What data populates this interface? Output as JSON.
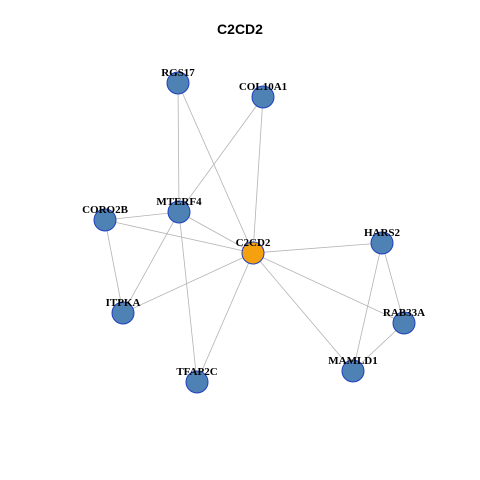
{
  "title": "C2CD2",
  "colors": {
    "center_node": "#f5a00f",
    "neighbor_node": "#4f82b4",
    "node_border": "#1f3fbf",
    "edge": "#b3b3b3"
  },
  "nodes": [
    {
      "id": "C2CD2",
      "label": "C2CD2",
      "role": "center"
    },
    {
      "id": "RGS17",
      "label": "RGS17",
      "role": "neighbor"
    },
    {
      "id": "COL10A1",
      "label": "COL10A1",
      "role": "neighbor"
    },
    {
      "id": "MTERF4",
      "label": "MTERF4",
      "role": "neighbor"
    },
    {
      "id": "CORO2B",
      "label": "CORO2B",
      "role": "neighbor"
    },
    {
      "id": "HARS2",
      "label": "HARS2",
      "role": "neighbor"
    },
    {
      "id": "ITPKA",
      "label": "ITPKA",
      "role": "neighbor"
    },
    {
      "id": "RAB33A",
      "label": "RAB33A",
      "role": "neighbor"
    },
    {
      "id": "MAMLD1",
      "label": "MAMLD1",
      "role": "neighbor"
    },
    {
      "id": "TFAP2C",
      "label": "TFAP2C",
      "role": "neighbor"
    }
  ],
  "edges": [
    [
      "C2CD2",
      "RGS17"
    ],
    [
      "C2CD2",
      "COL10A1"
    ],
    [
      "C2CD2",
      "MTERF4"
    ],
    [
      "C2CD2",
      "CORO2B"
    ],
    [
      "C2CD2",
      "HARS2"
    ],
    [
      "C2CD2",
      "ITPKA"
    ],
    [
      "C2CD2",
      "RAB33A"
    ],
    [
      "C2CD2",
      "TFAP2C"
    ],
    [
      "C2CD2",
      "MAMLD1"
    ],
    [
      "RGS17",
      "MTERF4"
    ],
    [
      "COL10A1",
      "MTERF4"
    ],
    [
      "MTERF4",
      "CORO2B"
    ],
    [
      "MTERF4",
      "ITPKA"
    ],
    [
      "MTERF4",
      "TFAP2C"
    ],
    [
      "CORO2B",
      "ITPKA"
    ],
    [
      "HARS2",
      "RAB33A"
    ],
    [
      "HARS2",
      "MAMLD1"
    ],
    [
      "RAB33A",
      "MAMLD1"
    ]
  ]
}
